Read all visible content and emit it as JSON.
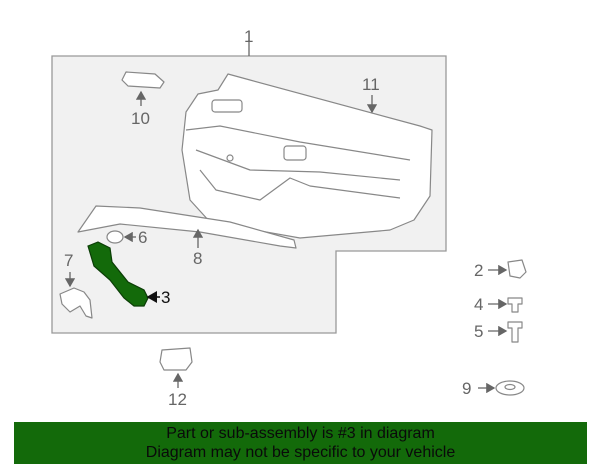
{
  "diagram": {
    "callouts": {
      "c1": "1",
      "c2": "2",
      "c3": "3",
      "c4": "4",
      "c5": "5",
      "c6": "6",
      "c7": "7",
      "c8": "8",
      "c9": "9",
      "c10": "10",
      "c11": "11",
      "c12": "12"
    },
    "highlighted_part": "3",
    "highlight_color": "#136a0a"
  },
  "banner": {
    "line1": "Part or sub-assembly is #3 in diagram",
    "line2": "Diagram may not be specific to your vehicle"
  }
}
